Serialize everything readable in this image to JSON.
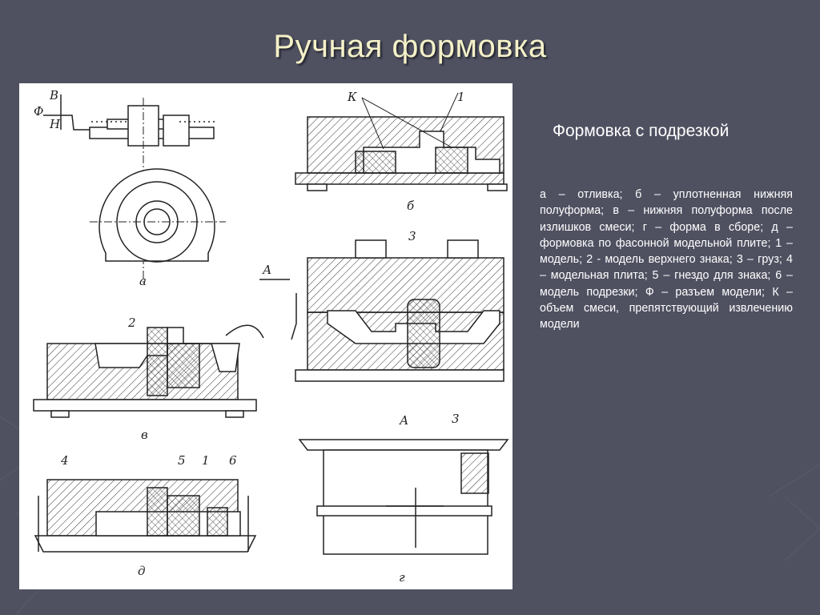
{
  "slide": {
    "title": "Ручная формовка",
    "subtitle": "Формовка с подрезкой",
    "caption": "а – отливка; б – уплотненная нижняя полуформа; в – нижняя полуформа после излишков смеси; г – форма в сборе;  д – формовка по фасонной модельной плите; 1 – модель; 2 - модель верхнего знака; 3 – груз; 4 – модельная плита; 5 – гнездо для знака; 6 – модель подрезки; Ф – разъем модели; К – объем смеси, препятствующий извлечению модели"
  },
  "figure": {
    "labels": {
      "view_a": "а",
      "view_b": "б",
      "view_v": "в",
      "view_g": "г",
      "view_d": "д",
      "b_mark": "В",
      "f_mark": "Ф",
      "n_mark": "Н",
      "k_mark": "К",
      "arrow_a": "А",
      "n1": "1",
      "n2": "2",
      "n3": "3",
      "n4": "4",
      "n5": "5",
      "n6": "6"
    }
  },
  "colors": {
    "background": "#4f5161",
    "title": "#f4f1c8",
    "text": "#ffffff",
    "figure_bg": "#ffffff"
  }
}
